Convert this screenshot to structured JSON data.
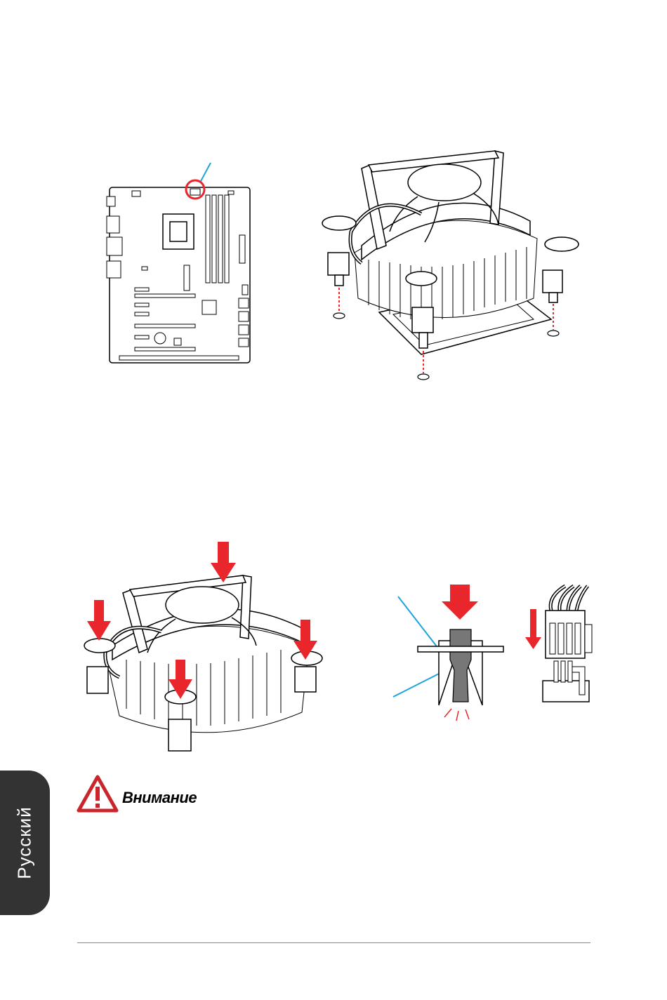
{
  "language_tab": {
    "label": "Русский"
  },
  "attention": {
    "title": "Внимание",
    "icon": "warning-triangle-icon"
  },
  "colors": {
    "red": "#e8262c",
    "callout": "#1ea3dc",
    "tab": "#333333"
  },
  "figures": [
    {
      "name": "motherboard-cpu-fan-location",
      "highlight": "circle"
    },
    {
      "name": "cooler-pins-aligned-to-holes"
    },
    {
      "name": "press-cooler-down"
    },
    {
      "name": "push-pin-detail"
    },
    {
      "name": "fan-cable-connector"
    }
  ]
}
